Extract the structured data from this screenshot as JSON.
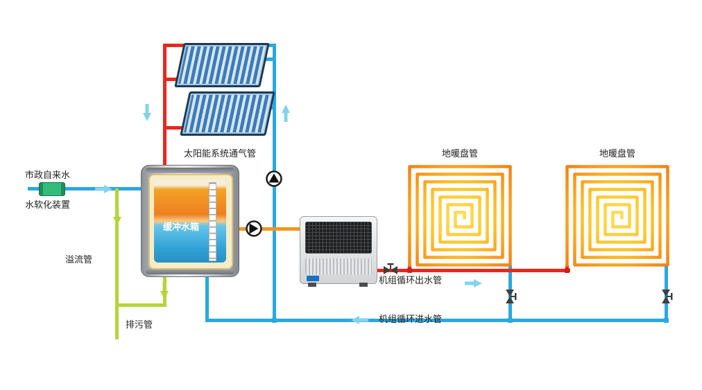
{
  "diagram": {
    "labels": {
      "municipal_water": "市政自来水",
      "water_softener": "水软化装置",
      "overflow_pipe": "溢流管",
      "drain_pipe": "排污管",
      "solar_vent_pipe": "太阳能系统通气管",
      "buffer_tank": "缓冲水箱",
      "unit_outlet_pipe": "机组循环出水管",
      "unit_inlet_pipe": "机组循环进水管",
      "floor_coil_left": "地暖盘管",
      "floor_coil_right": "地暖盘管"
    },
    "colors": {
      "hot_pipe": "#e8281e",
      "cold_pipe": "#2aa8e0",
      "warm_pipe": "#f7941d",
      "drain_pipe": "#b5d43b",
      "flow_arrow": "#84d2f0",
      "coil_outer": "#f08018",
      "coil_inner": "#ffdf55"
    }
  }
}
